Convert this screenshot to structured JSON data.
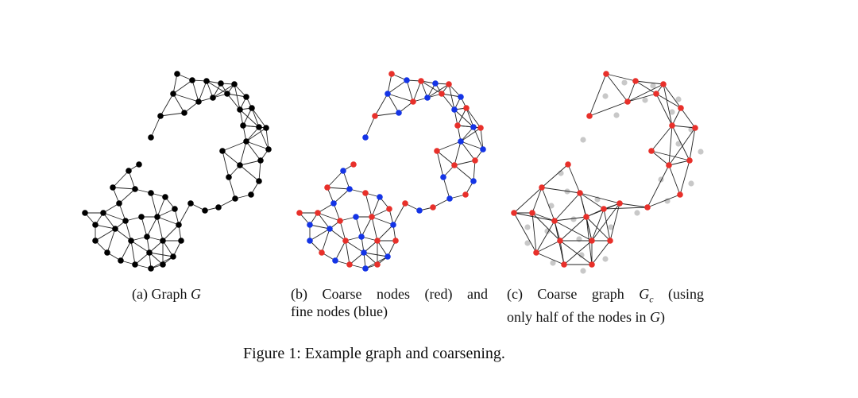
{
  "panels": {
    "a": {
      "caption_prefix": "(a) Graph",
      "caption_var": "G",
      "node_color": "#000000"
    },
    "b": {
      "caption_line1_words": [
        "(b)",
        "Coarse",
        "nodes",
        "(red)",
        "and"
      ],
      "caption_line2": "fine nodes (blue)",
      "coarse_color": "#e8302a",
      "fine_color": "#1434e6"
    },
    "c": {
      "caption_line1_words": [
        "(c)",
        "Coarse",
        "graph",
        "G",
        "c",
        "(using"
      ],
      "caption_line2_prefix": "only half of the nodes in",
      "caption_line2_var": "G",
      "caption_line2_suffix": ")",
      "coarse_color": "#e8302a",
      "ghost_color": "#c8c8c8"
    }
  },
  "figure_caption": "Figure 1: Example graph and coarsening."
}
